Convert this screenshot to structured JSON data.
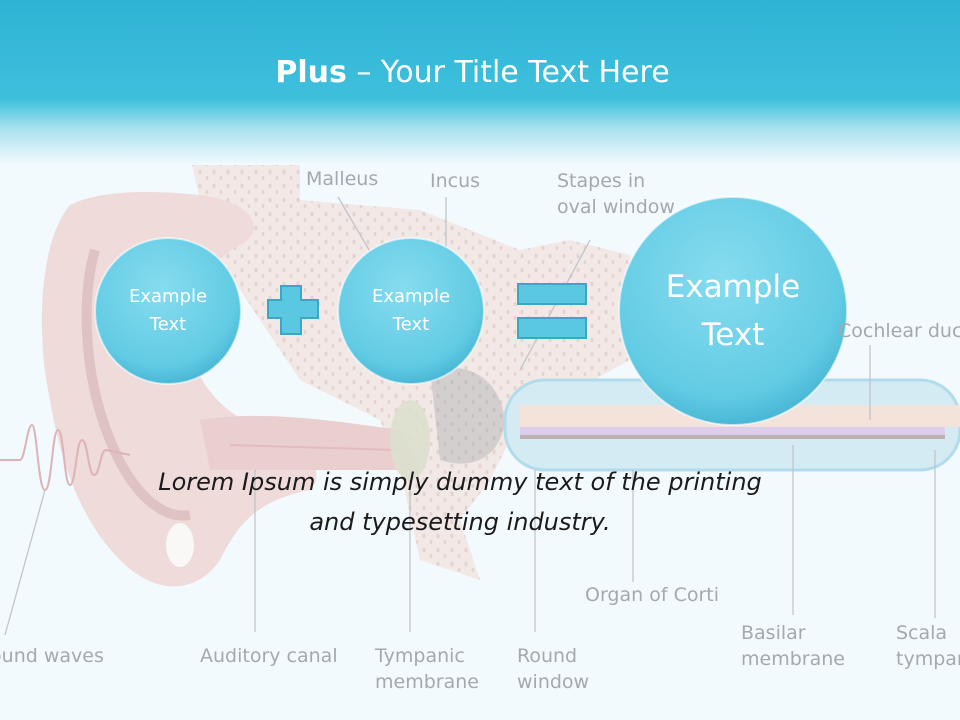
{
  "slide": {
    "title_bold": "Plus",
    "title_rest": " – Your Title Text Here",
    "body_text": "Lorem Ipsum is simply dummy text of the printing\nand typesetting industry."
  },
  "equation": {
    "left_circle": "Example\nText",
    "middle_circle": "Example\nText",
    "result_circle": "Example\nText",
    "plus_icon": "plus-icon",
    "equals_icon": "equals-icon"
  },
  "ear_labels": {
    "malleus": "Malleus",
    "incus": "Incus",
    "stapes": "Stapes in\noval window",
    "cochlear_duct": "Cochlear duct",
    "organ_of_corti": "Organ of Corti",
    "basilar_membrane": "Basilar\nmembrane",
    "scala": "Scala\ntympani",
    "sound_waves": "Sound waves",
    "auditory_canal": "Auditory canal",
    "tympanic_membrane": "Tympanic\nmembrane",
    "round_window": "Round\nwindow"
  },
  "colors": {
    "header_top": "#2fb5d6",
    "circle_fill": "#6dd1e8",
    "circle_edge": "#3aa9c8",
    "symbol_fill": "#5bc8e2"
  }
}
